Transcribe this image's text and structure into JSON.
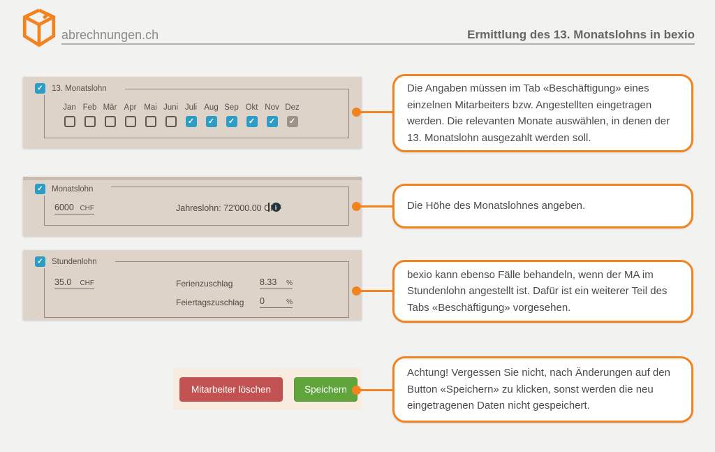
{
  "header": {
    "brand": "abrechnungen.ch",
    "title": "Ermittlung des 13. Monatslohns in bexio"
  },
  "colors": {
    "accent": "#F2831E",
    "checkbox_blue": "#2E9DC6",
    "checkbox_disabled": "#9D938A",
    "delete_red": "#C25252",
    "save_green": "#5FA53C",
    "panel_bg": "#DDD3C9",
    "panel_bg_light": "#F7ECDF"
  },
  "sections": [
    {
      "panel": {
        "checkbox_label": "13. Monatslohn",
        "checkbox_checked": true,
        "months": [
          {
            "label": "Jan",
            "state": "unchecked"
          },
          {
            "label": "Feb",
            "state": "unchecked"
          },
          {
            "label": "Mär",
            "state": "unchecked"
          },
          {
            "label": "Apr",
            "state": "unchecked"
          },
          {
            "label": "Mai",
            "state": "unchecked"
          },
          {
            "label": "Juni",
            "state": "unchecked"
          },
          {
            "label": "Juli",
            "state": "checked"
          },
          {
            "label": "Aug",
            "state": "checked"
          },
          {
            "label": "Sep",
            "state": "checked"
          },
          {
            "label": "Okt",
            "state": "checked"
          },
          {
            "label": "Nov",
            "state": "checked"
          },
          {
            "label": "Dez",
            "state": "checked-disabled"
          }
        ]
      },
      "note": "Die Angaben müssen im Tab «Beschäftigung» eines einzelnen Mitarbeiters bzw. Angestellten eingetragen werden. Die relevanten Monate auswählen, in denen der 13. Monatslohn ausgezahlt werden soll."
    },
    {
      "panel": {
        "checkbox_label": "Monatslohn",
        "checkbox_checked": true,
        "amount": "6000",
        "currency": "CHF",
        "yearly": "Jahreslohn: 72'000.00 CHF"
      },
      "note": "Die Höhe des Monatslohnes angeben."
    },
    {
      "panel": {
        "checkbox_label": "Stundenlohn",
        "checkbox_checked": true,
        "amount": "35.0",
        "currency": "CHF",
        "surcharges": [
          {
            "label": "Ferienzuschlag",
            "value": "8.33",
            "unit": "%"
          },
          {
            "label": "Feiertagszuschlag",
            "value": "0",
            "unit": "%"
          }
        ]
      },
      "note": "bexio kann ebenso Fälle behandeln, wenn der MA im Stundenlohn angestellt ist. Dafür ist ein weiterer Teil des Tabs «Beschäftigung» vorgesehen."
    },
    {
      "panel": {
        "buttons": [
          {
            "label": "Mitarbeiter löschen",
            "role": "delete"
          },
          {
            "label": "Speichern",
            "role": "save"
          }
        ]
      },
      "note": "Achtung! Vergessen Sie nicht, nach Änderungen auf den Button «Speichern» zu klicken, sonst werden die neu eingetragenen Daten nicht gespeichert."
    }
  ]
}
